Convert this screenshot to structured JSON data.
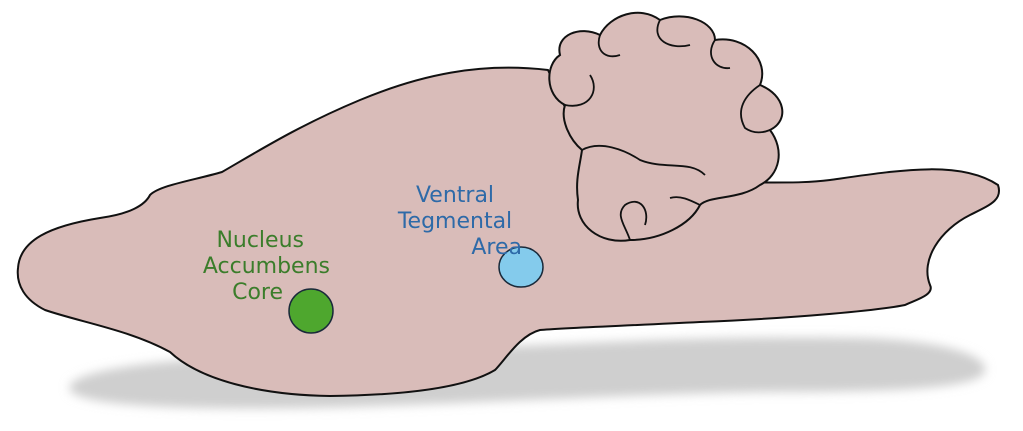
{
  "colors": {
    "brain_fill": "#d9bcb9",
    "outline": "#111111",
    "shadow": "#cfcfcf",
    "nac_text": "#3b7d2b",
    "nac_dot": "#4ea72e",
    "vta_text": "#2e6aa8",
    "vta_dot": "#84cbec"
  },
  "regions": [
    {
      "name": "nucleus-accumbens-core",
      "lines": [
        "Nucleus",
        "Accumbens",
        "Core"
      ]
    },
    {
      "name": "ventral-tegmental-area",
      "lines": [
        "Ventral",
        "Tegmental",
        "Area"
      ]
    }
  ]
}
